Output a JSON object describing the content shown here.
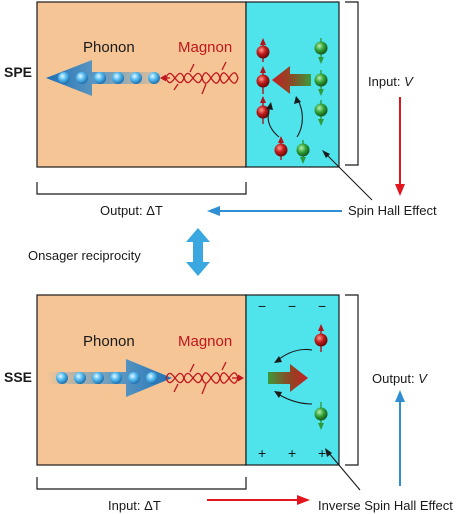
{
  "spe": {
    "side_label": "SPE",
    "phonon_label": "Phonon",
    "magnon_label": "Magnon",
    "input_prefix": "Input: ",
    "input_var": "V",
    "output_prefix": "Output: ",
    "output_var": "ΔT",
    "effect_label": "Spin Hall Effect"
  },
  "middle": {
    "reciprocity_label": "Onsager reciprocity"
  },
  "sse": {
    "side_label": "SSE",
    "phonon_label": "Phonon",
    "magnon_label": "Magnon",
    "output_prefix": "Output: ",
    "output_var": "V",
    "input_prefix": "Input: ",
    "input_var": "ΔT",
    "effect_label": "Inverse Spin Hall Effect",
    "minus_sign": "−",
    "plus_sign": "+"
  },
  "colors": {
    "magnet": "#f5c595",
    "metal": "#4fe3ec",
    "phonon_arrow": "#2e8bd0",
    "ball": "#4aaee8",
    "magnon_wave": "#c0161e",
    "spin_up": "#b3151b",
    "spin_down": "#2f9a3a",
    "input_arrow": "#e2161f",
    "output_arrow": "#2f8fd2",
    "reciprocity_arrow": "#3aa7e0"
  }
}
